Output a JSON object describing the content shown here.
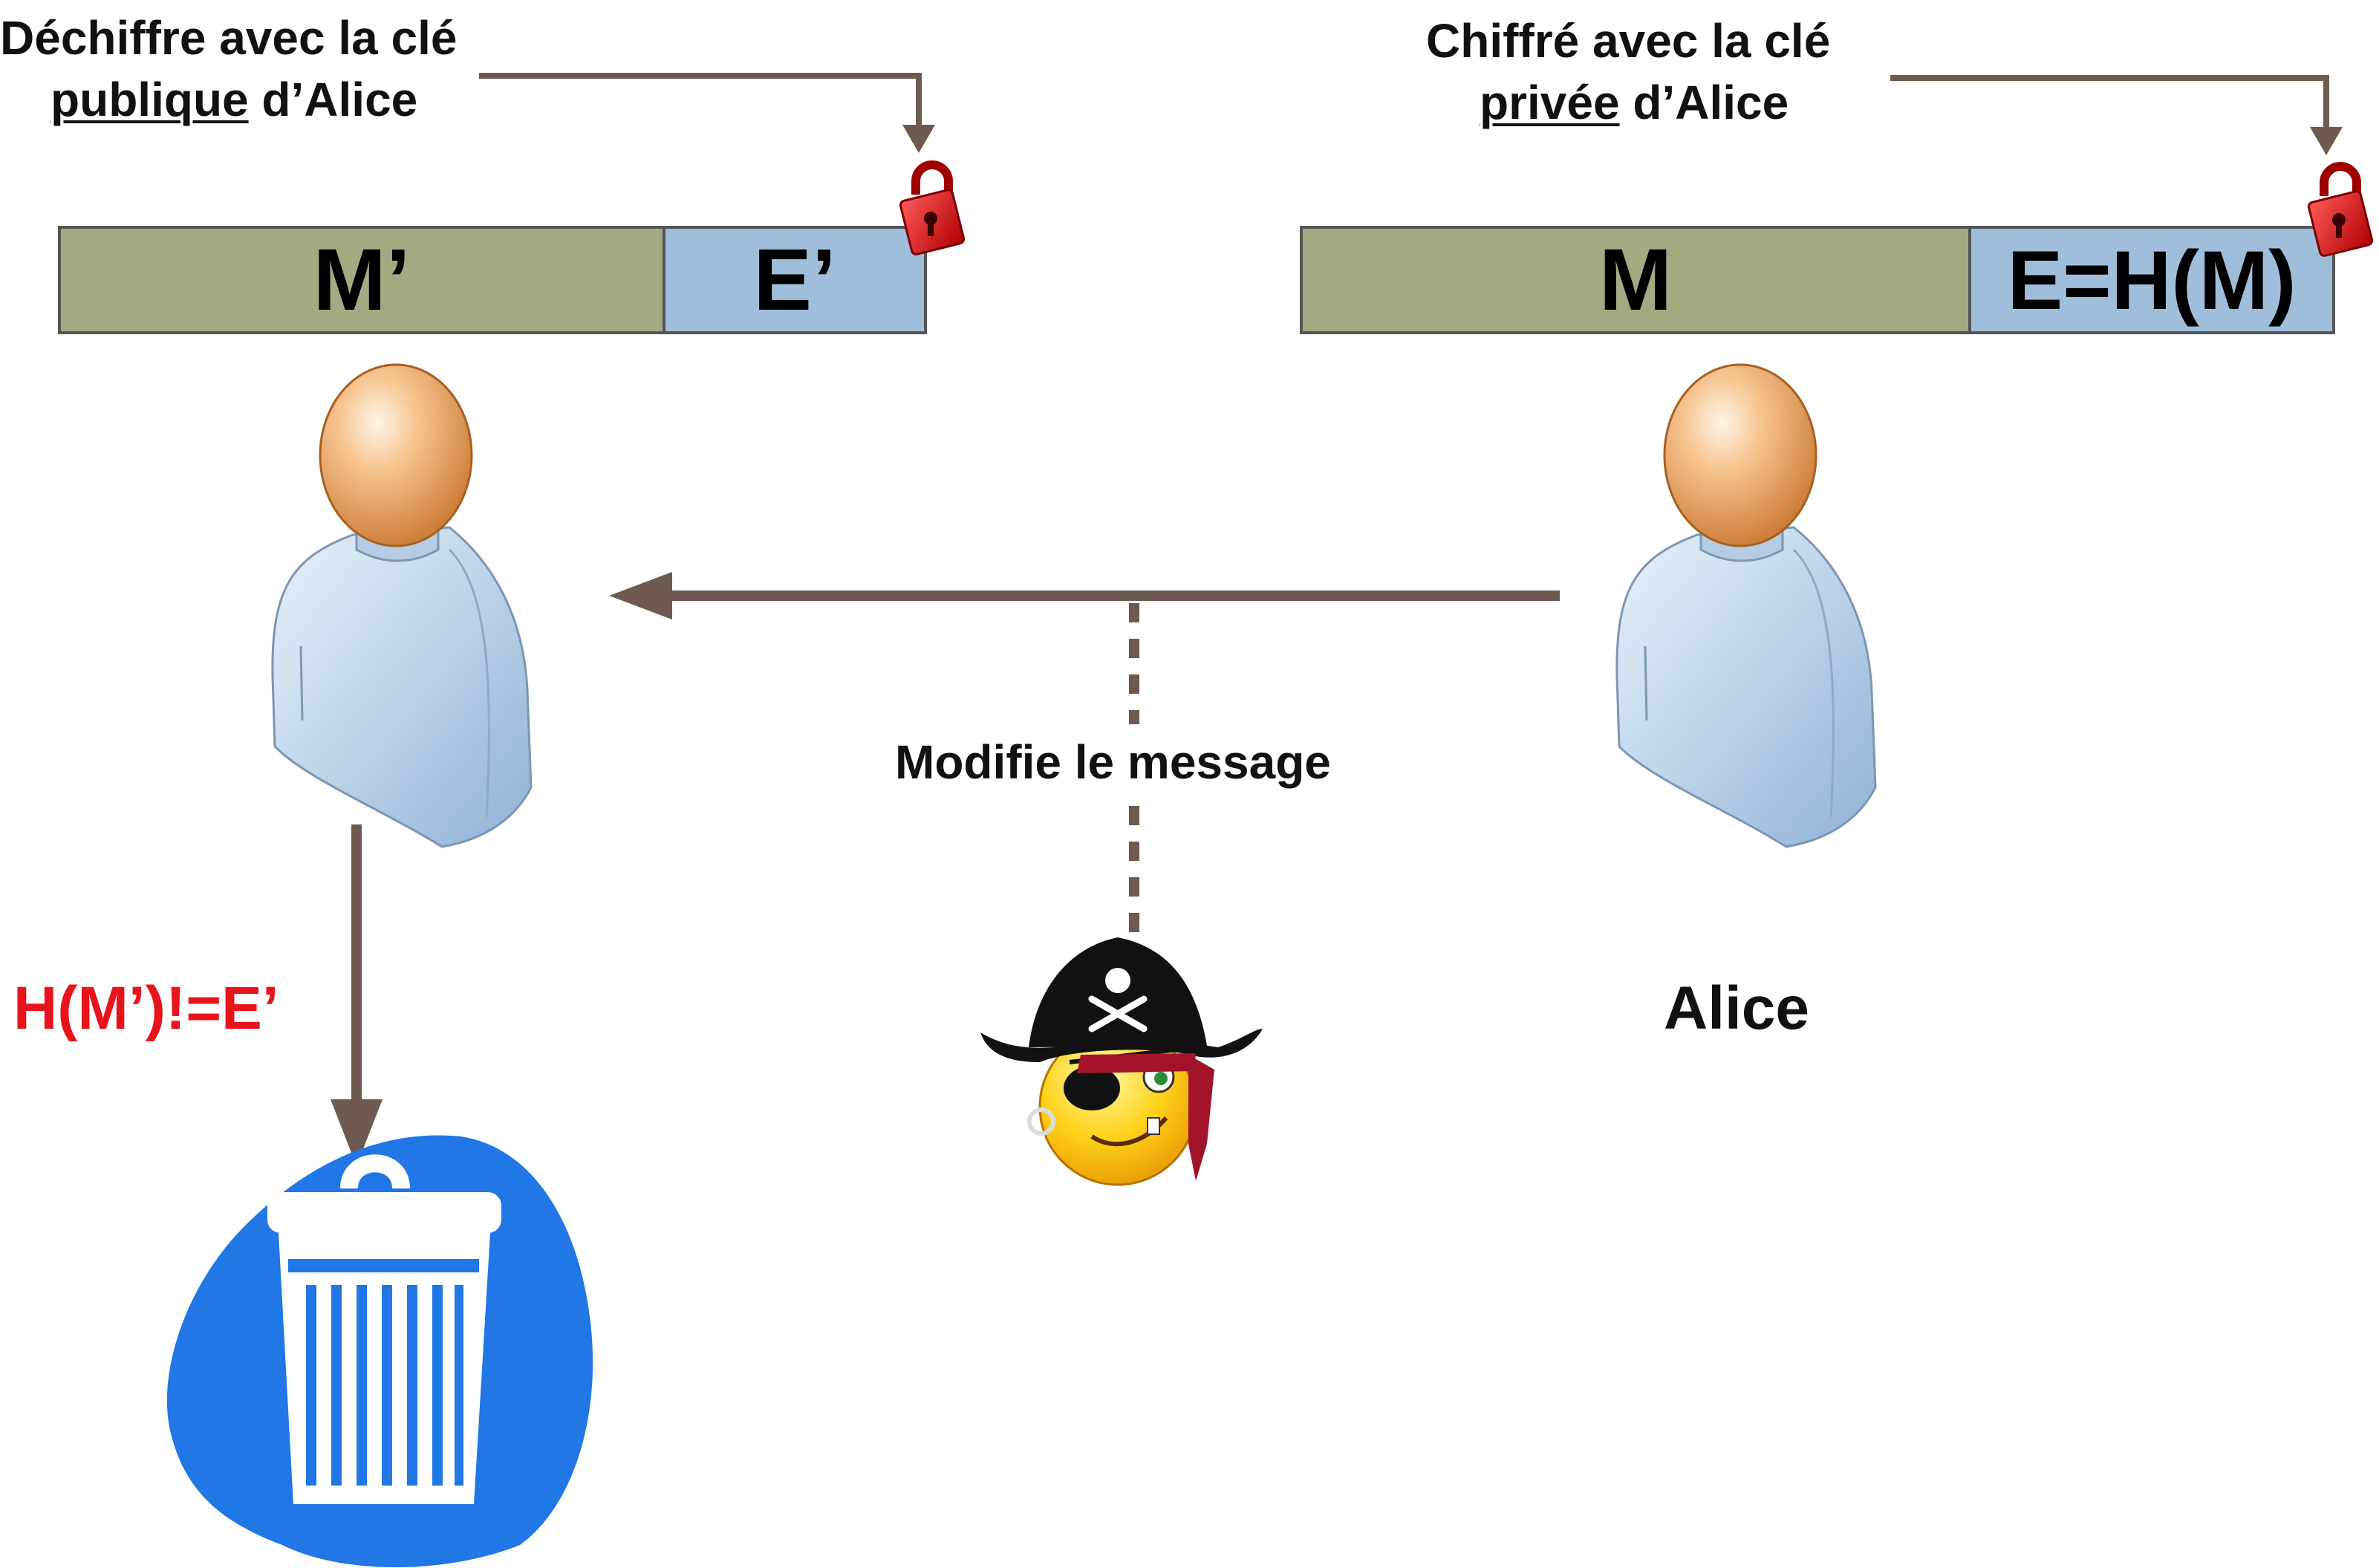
{
  "colors": {
    "arrow": "#6e5a4e",
    "message_block": "#a2aa82",
    "hash_block": "#9fbedb",
    "error_text": "#e8141b",
    "trash_blob": "#2077e5"
  },
  "left": {
    "caption_line1": "Déchiffre avec la clé",
    "caption_underlined": "publique",
    "caption_rest": " d’Alice",
    "message": "M’",
    "hash": "E’",
    "error": "H(M’)!=E’"
  },
  "right": {
    "caption_line1": "Chiffré avec la clé",
    "caption_underlined": "privée",
    "caption_rest": " d’Alice",
    "message": "M",
    "hash": "E=H(M)",
    "name": "Alice"
  },
  "attacker": {
    "caption": "Modifie le message"
  },
  "icons": [
    "lock-icon",
    "user-icon",
    "pirate-icon",
    "trash-icon"
  ]
}
